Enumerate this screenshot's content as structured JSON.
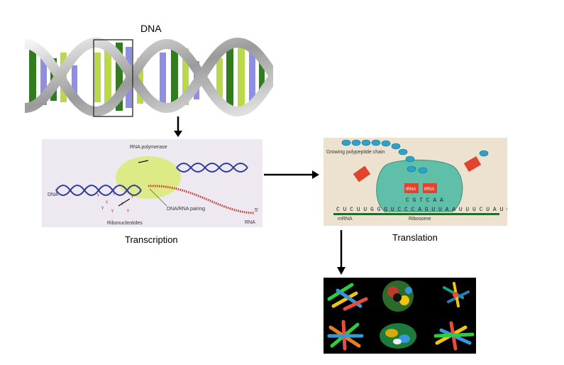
{
  "labels": {
    "dna": "DNA",
    "transcription": "Transcription",
    "translation": "Translation"
  },
  "transcription_panel": {
    "rna_polymerase": "RNA polymerase",
    "dna": "DNA",
    "rna": "RNA",
    "pairing": "DNA/RNA pairing",
    "ribonucleotides": "Ribonucleotides",
    "five_prime": "5'"
  },
  "translation_panel": {
    "chain": "Growing polypeptide chain",
    "mrna": "mRNA",
    "ribosome": "Ribosome",
    "mrna_sequence": "C U C U U G G G U C C C A G U U A A U U U C U A U C",
    "anticodon": "C G T C A A",
    "trna": "tRNA"
  },
  "colors": {
    "helix_dark_green": "#2f7d1c",
    "helix_lime": "#b9d84a",
    "helix_lavender": "#8e8fe3",
    "ribosome_teal": "#5fbfa9",
    "trna_red": "#e0442c",
    "panel_bg": "#f3eef3",
    "translation_bg": "#ece2cf"
  }
}
